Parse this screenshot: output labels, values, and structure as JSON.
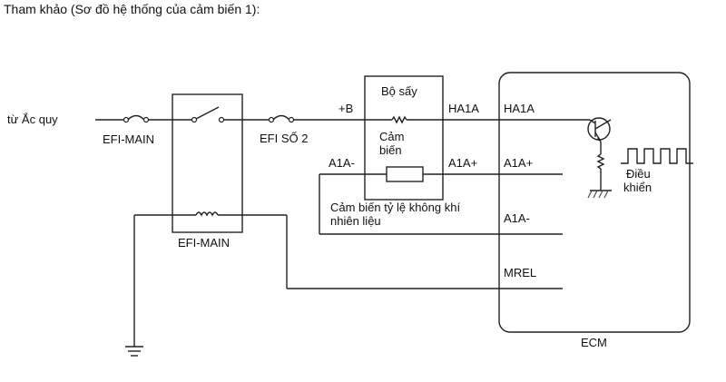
{
  "title": "Tham khảo (Sơ đồ hệ thống của cảm biến 1):",
  "labels": {
    "battery": "từ Ắc quy",
    "fuse_efi_main": "EFI-MAIN",
    "relay_efi_main": "EFI-MAIN",
    "fuse_efi_no2": "EFI SỐ 2",
    "plus_b": "+B",
    "heater": "Bộ sấy",
    "sensor_line1": "Cảm",
    "sensor_line2": "biến",
    "a1a_minus_left": "A1A-",
    "ha1a_sensor": "HA1A",
    "a1a_plus_sensor": "A1A+",
    "ha1a_ecm": "HA1A",
    "a1a_plus_ecm": "A1A+",
    "a1a_minus_ecm": "A1A-",
    "mrel": "MREL",
    "sensor_caption_line1": "Cảm biến tỷ lệ không khí",
    "sensor_caption_line2": "nhiên liệu",
    "control_line1": "Điều",
    "control_line2": "khiển",
    "ecm": "ECM"
  }
}
